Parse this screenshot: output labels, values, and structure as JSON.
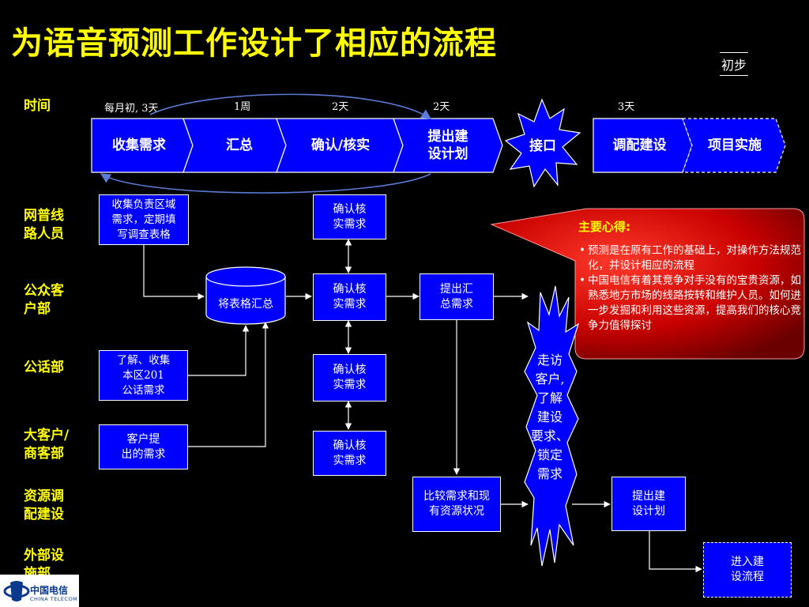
{
  "title": "为语音预测工作设计了相应的流程",
  "tag": "初步",
  "row_labels": {
    "time": "时间",
    "network": "网普线\n路人员",
    "public": "公众客\n户部",
    "phone": "公话部",
    "bigclient": "大客户/\n商客部",
    "resource": "资源调\n配建设",
    "external": "外部设\n施部"
  },
  "time_marks": [
    "每月初, 3天",
    "1周",
    "2天",
    "2天",
    "3天"
  ],
  "chevrons": [
    "收集需求",
    "汇总",
    "确认/核实",
    "提出建\n设计划",
    "调配建设",
    "项目实施"
  ],
  "interface": "接口",
  "boxes": {
    "collect_region": "收集负责区域\n需求，定期填\n写调查表格",
    "summarize": "将表格汇总",
    "understand_phone": "了解、收集\n本区201\n公话需求",
    "client_request": "客户提\n出的需求",
    "confirm1": "确认核\n实需求",
    "confirm2": "确认核\n实需求",
    "confirm3": "确认核\n实需求",
    "confirm4": "确认核\n实需求",
    "propose_summary": "提出汇\n总需求",
    "compare": "比较需求和现\n有资源状况",
    "propose_plan": "提出建\n设计划",
    "enter_process": "进入建\n设流程"
  },
  "visit_text": "走访\n客户,\n了解\n建设\n要求、\n锁定\n需求",
  "insight": {
    "title": "主要心得:",
    "points": [
      "预测是在原有工作的基础上，对操作方法规范化，并设计相应的流程",
      "中国电信有着其竞争对手没有的宝贵资源，如熟悉地方市场的线路按转和维护人员。如何进一步发掘和利用这些资源，提高我们的核心竞争力值得探讨"
    ]
  },
  "logo": {
    "cn": "中国电信",
    "en": "CHINA TELECOM"
  },
  "colors": {
    "accent": "#ffff00",
    "box": "#0000ff",
    "callout": "#cc0000"
  }
}
